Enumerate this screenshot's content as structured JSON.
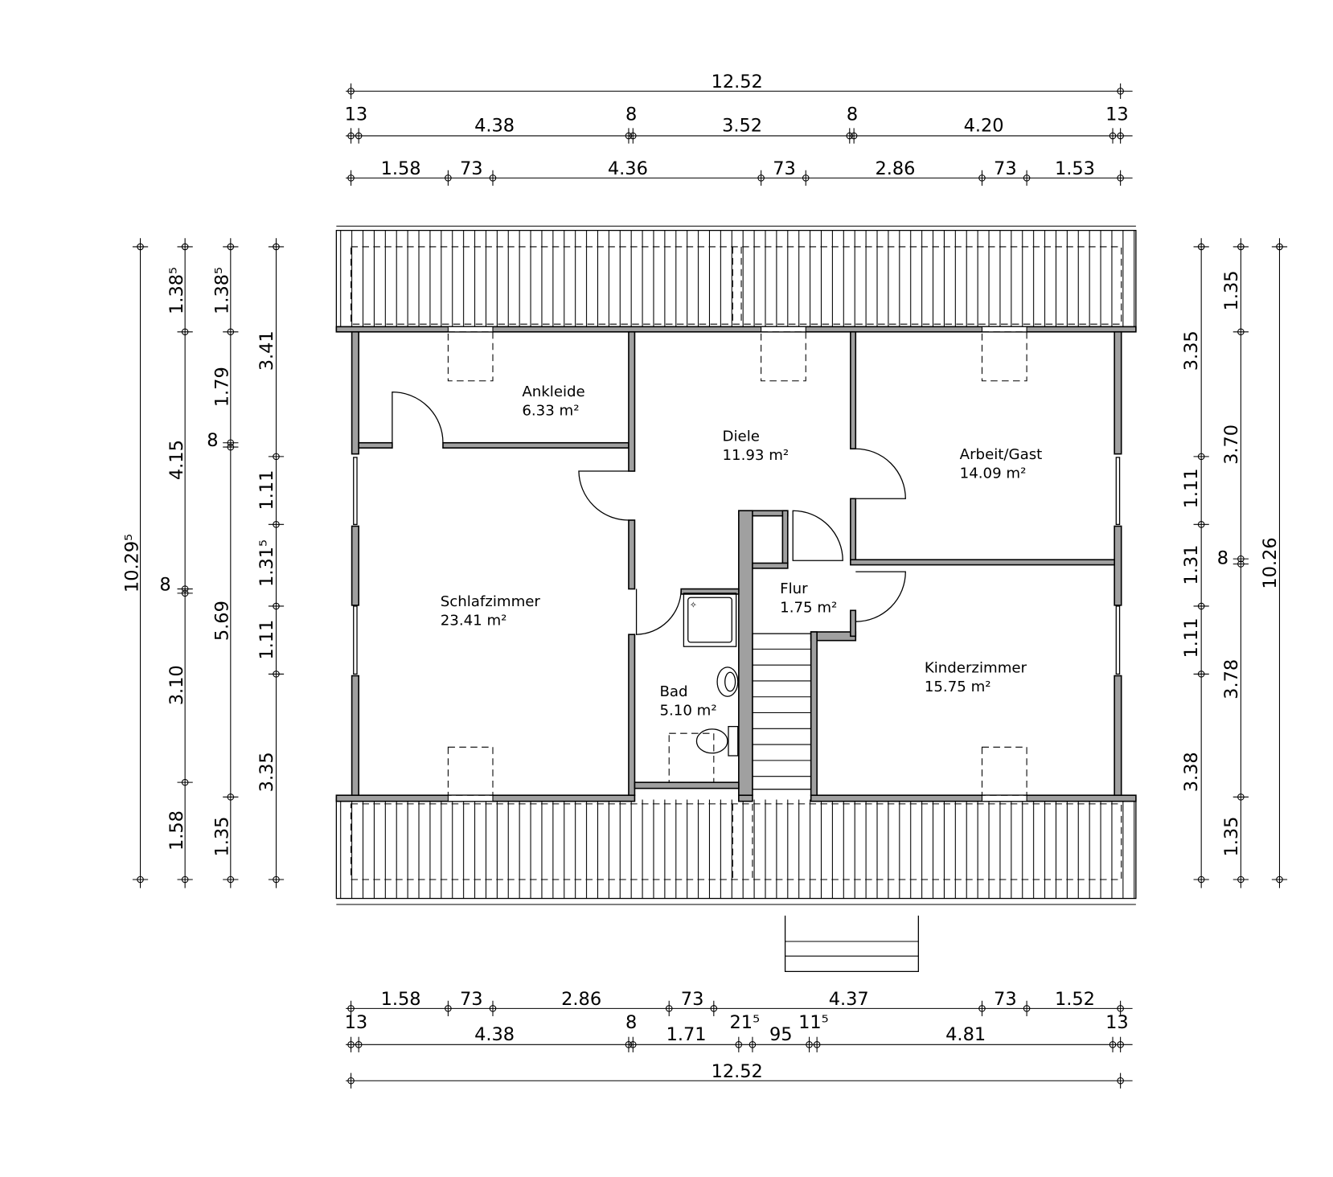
{
  "plan": {
    "rooms": [
      {
        "name": "Ankleide",
        "area": "6.33 m²"
      },
      {
        "name": "Diele",
        "area": "11.93 m²"
      },
      {
        "name": "Arbeit/Gast",
        "area": "14.09 m²"
      },
      {
        "name": "Schlafzimmer",
        "area": "23.41 m²"
      },
      {
        "name": "Flur",
        "area": "1.75 m²"
      },
      {
        "name": "Bad",
        "area": "5.10 m²"
      },
      {
        "name": "Kinderzimmer",
        "area": "15.75 m²"
      }
    ]
  },
  "dimensions": {
    "top_total": "12.52",
    "top_row2": [
      "13",
      "4.38",
      "8",
      "3.52",
      "8",
      "4.20",
      "13"
    ],
    "top_row3": [
      "1.58",
      "73",
      "4.36",
      "73",
      "2.86",
      "73",
      "1.53"
    ],
    "left_col1": [
      "10.29⁵"
    ],
    "left_col2": [
      "1.38⁵",
      "4.15",
      "8",
      "3.10",
      "1.58"
    ],
    "left_col3": [
      "1.38⁵",
      "1.79",
      "8",
      "5.69",
      "1.35"
    ],
    "left_col4": [
      "3.41",
      "1.11",
      "1.31⁵",
      "1.11",
      "3.35"
    ],
    "right_col1": [
      "3.35",
      "1.11",
      "1.31",
      "1.11",
      "3.38"
    ],
    "right_col2": [
      "1.35",
      "3.70",
      "8",
      "3.78",
      "1.35"
    ],
    "right_col3": [
      "10.26"
    ],
    "bottom_row1": [
      "1.58",
      "73",
      "2.86",
      "73",
      "4.37",
      "73",
      "1.52"
    ],
    "bottom_row2": [
      "13",
      "4.38",
      "8",
      "1.71",
      "21⁵",
      "95",
      "11⁵",
      "4.81",
      "13"
    ],
    "bottom_total": "12.52"
  }
}
